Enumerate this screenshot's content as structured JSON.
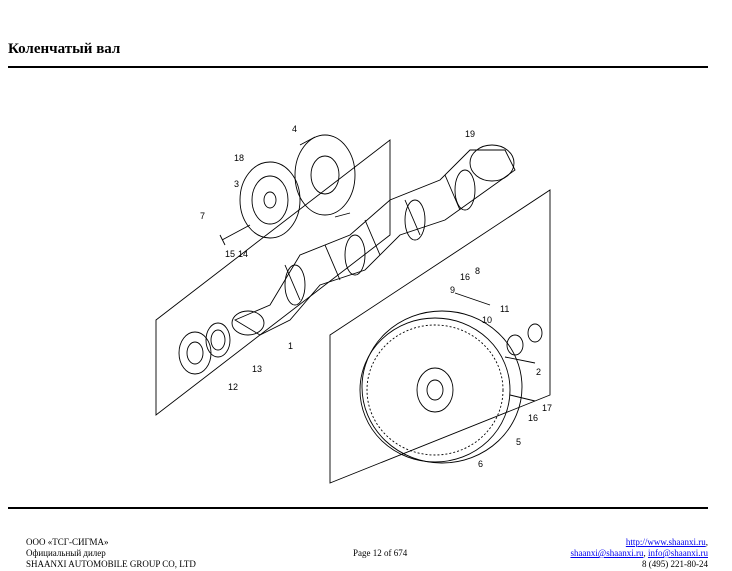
{
  "header": {
    "title": "Коленчатый вал"
  },
  "figure": {
    "callouts": [
      "1",
      "2",
      "3",
      "4",
      "5",
      "6",
      "7",
      "8",
      "9",
      "10",
      "11",
      "12",
      "13",
      "14",
      "15",
      "16",
      "16",
      "17",
      "18",
      "19"
    ]
  },
  "footer": {
    "company": "ООО «ТСГ-СИГМА»",
    "dealer": "Официальный дилер",
    "group": "SHAANXI AUTOMOBILE GROUP CO, LTD",
    "page": "Page 12 of 674",
    "site": "http://www.shaanxi.ru",
    "site_suffix": ",",
    "email1": "shaanxi@shaanxi.ru",
    "email_sep": ", ",
    "email2": "info@shaanxi.ru",
    "phone": "8 (495) 221-80-24"
  }
}
